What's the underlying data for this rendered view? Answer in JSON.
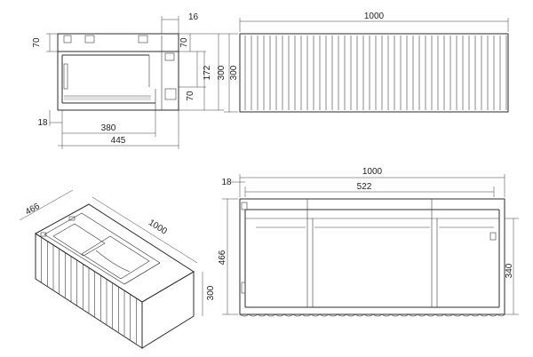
{
  "views": {
    "side_section": {
      "dims": {
        "top_offset": "16",
        "top_rail": "70",
        "top_rail_right": "70",
        "inner_height": "172",
        "height_a": "300",
        "bottom_rail": "70",
        "panel": "18",
        "inner_depth": "380",
        "depth": "445"
      }
    },
    "front": {
      "dims": {
        "width": "1000",
        "height": "300"
      }
    },
    "iso": {
      "dims": {
        "depth": "466",
        "width": "1000",
        "height": "300"
      }
    },
    "top_plan": {
      "dims": {
        "width": "1000",
        "panel": "18",
        "inner_width": "522",
        "depth": "466",
        "inner_depth": "340"
      }
    }
  }
}
